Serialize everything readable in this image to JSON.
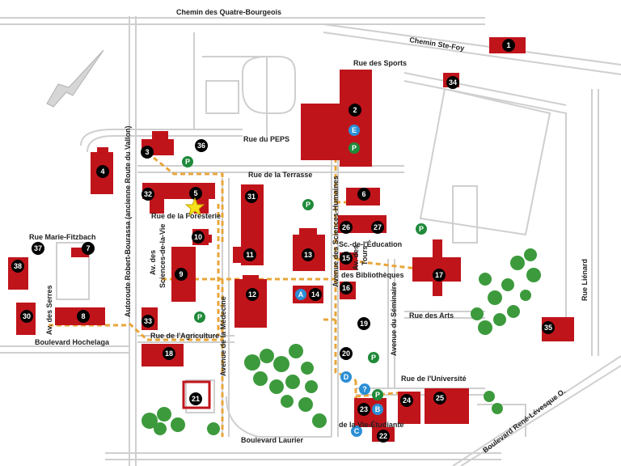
{
  "streets": {
    "chemin_quatre_bourgeois": "Chemin des Quatre-Bourgeois",
    "chemin_ste_foy": "Chemin Ste-Foy",
    "rue_des_sports": "Rue des Sports",
    "rue_du_peps": "Rue du PEPS",
    "rue_terrasse": "Rue de la Terrasse",
    "rue_foresterie": "Rue de la Foresterie",
    "rue_marie_fitzbach": "Rue Marie-Fitzbach",
    "av_sciences_vie_1": "Av. des",
    "av_sciences_vie_2": "Sciences-de-la-Vie",
    "av_serres": "Av. des Serres",
    "boul_hochelaga": "Boulevard Hochelaga",
    "rue_agriculture": "Rue de l'Agriculture",
    "av_medecine": "Avenue de la Médecine",
    "av_sciences_humaines": "Avenue des Sciences-Humaines",
    "sc_education": "Sc.-de-l'Éducation",
    "av_tours_1": "Av. des",
    "av_tours_2": "Tours",
    "des_bibliotheques": "des Bibliothèques",
    "rue_des_arts": "Rue des Arts",
    "av_seminaire": "Avenue du Séminaire",
    "rue_universite": "Rue de l'Université",
    "vie_etudiante": "de la Vie-Étudiante",
    "boul_laurier": "Boulevard Laurier",
    "boul_rene_levesque": "Boulevard René-Lévesque O.",
    "rue_lienard": "Rue Liénard",
    "autoroute": "Autoroute Robert-Bourassa (ancienne Route du Vallon)"
  },
  "buildings": [
    "1",
    "2",
    "3",
    "4",
    "5",
    "6",
    "7",
    "8",
    "9",
    "10",
    "11",
    "12",
    "13",
    "14",
    "15",
    "16",
    "17",
    "18",
    "19",
    "20",
    "21",
    "22",
    "23",
    "24",
    "25",
    "26",
    "27",
    "30",
    "31",
    "32",
    "33",
    "34",
    "35",
    "36",
    "37",
    "38"
  ],
  "symbols": {
    "parking": "P",
    "info": "?",
    "a": "A",
    "b": "B",
    "c": "C",
    "d": "D",
    "e": "E"
  },
  "colors": {
    "building": "#c0141b",
    "parking": "#1f8a3a",
    "info": "#2b8fd6",
    "path": "#e8a63a",
    "road": "#d9d9d9",
    "tree": "#3c9a3c",
    "label": "#111111"
  }
}
